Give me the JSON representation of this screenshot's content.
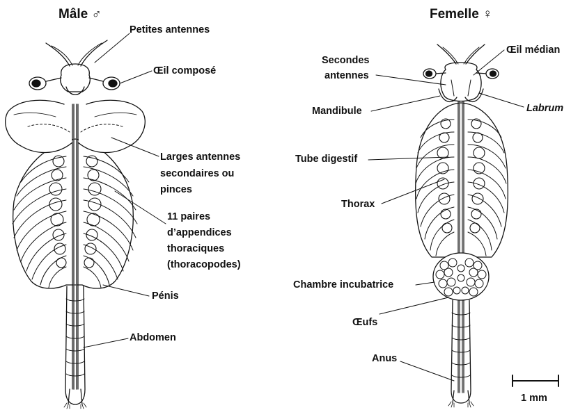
{
  "male": {
    "title": "Mâle ♂",
    "labels": {
      "petites_antennes": "Petites antennes",
      "oeil_compose": "Œil composé",
      "larges_antennes_1": "Larges antennes",
      "larges_antennes_2": "secondaires ou",
      "larges_antennes_3": "pinces",
      "paires_1": "11 paires",
      "paires_2": "d’appendices",
      "paires_3": "thoraciques",
      "paires_4": "(thoracopodes)",
      "penis": "Pénis",
      "abdomen": "Abdomen"
    }
  },
  "female": {
    "title": "Femelle ♀",
    "labels": {
      "oeil_median": "Œil médian",
      "secondes_1": "Secondes",
      "secondes_2": "antennes",
      "mandibule": "Mandibule",
      "labrum": "Labrum",
      "tube_digestif": "Tube digestif",
      "thorax": "Thorax",
      "chambre": "Chambre incubatrice",
      "oeufs": "Œufs",
      "anus": "Anus"
    }
  },
  "scale_bar": {
    "label": "1 mm"
  },
  "colors": {
    "ink": "#111111",
    "background": "#ffffff"
  }
}
